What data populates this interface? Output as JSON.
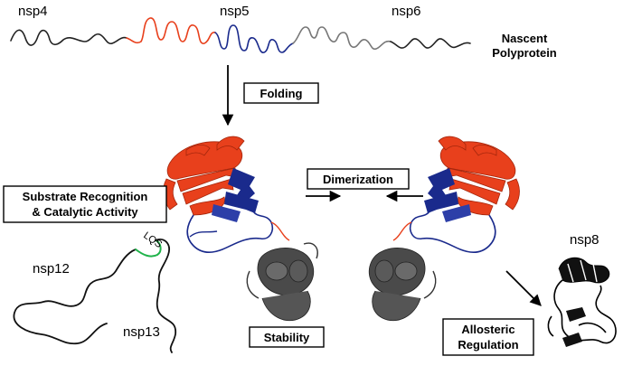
{
  "polyprotein": {
    "nsp4": "nsp4",
    "nsp5": "nsp5",
    "nsp6": "nsp6",
    "title_line1": "Nascent",
    "title_line2": "Polyprotein"
  },
  "boxes": {
    "folding": "Folding",
    "dimerization": "Dimerization",
    "substrate_line1": "Substrate Recognition",
    "substrate_line2": "& Catalytic Activity",
    "stability": "Stability",
    "allosteric_line1": "Allosteric",
    "allosteric_line2": "Regulation"
  },
  "substrate": {
    "nsp12": "nsp12",
    "nsp13": "nsp13",
    "cleavage_site": "LQS"
  },
  "nsp8": {
    "label": "nsp8"
  },
  "colors": {
    "nsp4": "#222222",
    "nsp5_domain1": "#e8401c",
    "nsp5_domain2": "#1a2a8c",
    "nsp6": "#777777",
    "domain3": "#3a3a3a",
    "cleavage_loop": "#1fb34a"
  }
}
